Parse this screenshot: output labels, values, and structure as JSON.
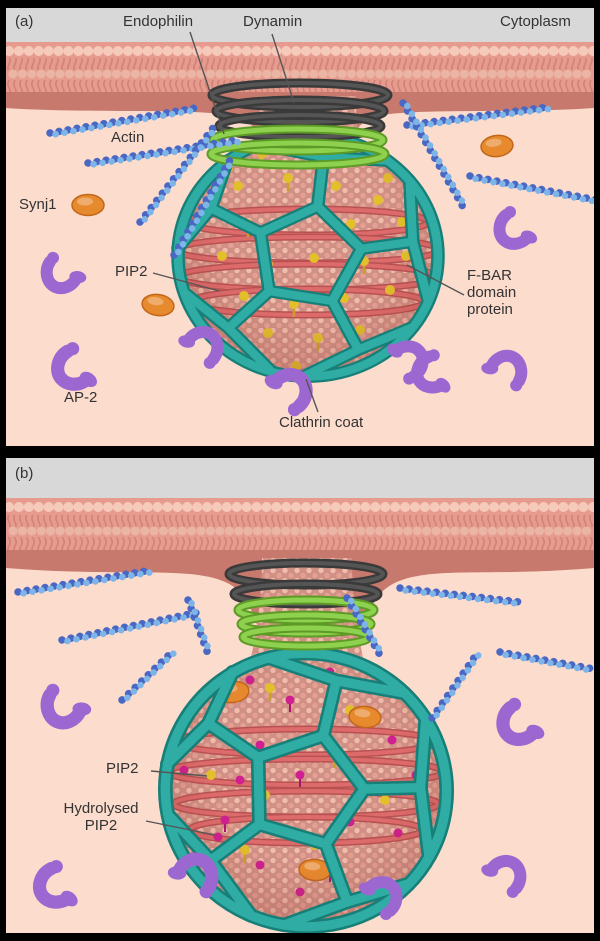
{
  "panel_a": {
    "tag": "(a)",
    "labels": {
      "endophilin": "Endophilin",
      "dynamin": "Dynamin",
      "cytoplasm": "Cytoplasm",
      "actin": "Actin",
      "synj1": "Synj1",
      "pip2": "PIP2",
      "ap2": "AP-2",
      "fbar": "F-BAR domain protein",
      "clathrin": "Clathrin coat"
    }
  },
  "panel_b": {
    "tag": "(b)",
    "labels": {
      "pip2": "PIP2",
      "hydrolysed_pip2": "Hydrolysed PIP2"
    }
  },
  "colors": {
    "border": "#000000",
    "background": "#fcdccd",
    "top_band": "#d8d8d8",
    "membrane": "#e69b8e",
    "membrane_heads": "#f6cabb",
    "membrane_heads2": "#eab5a4",
    "membrane_tails": "#cf8377",
    "membrane_inner": "#c8796d",
    "vesicle_base": "#d09085",
    "vesicle_dot1": "#f0bcab",
    "vesicle_dot2": "#e4a193",
    "clathrin": "#2fada4",
    "clathrin_dark": "#177f78",
    "dynamin": "#3a3a3a",
    "dynamin_light": "#555555",
    "endophilin": "#8ed14e",
    "endophilin_dark": "#5d9a26",
    "fbar": "#dd6b6b",
    "fbar_dark": "#b85252",
    "actin_light": "#7db5e8",
    "actin_dark": "#4a68c3",
    "ap2": "#9c67d0",
    "synj1": "#e78a2e",
    "pip2": "#e2bf2b",
    "hydrolysed_pip2": "#cf1f90",
    "label_text": "#333333",
    "leader_line": "#555555"
  }
}
